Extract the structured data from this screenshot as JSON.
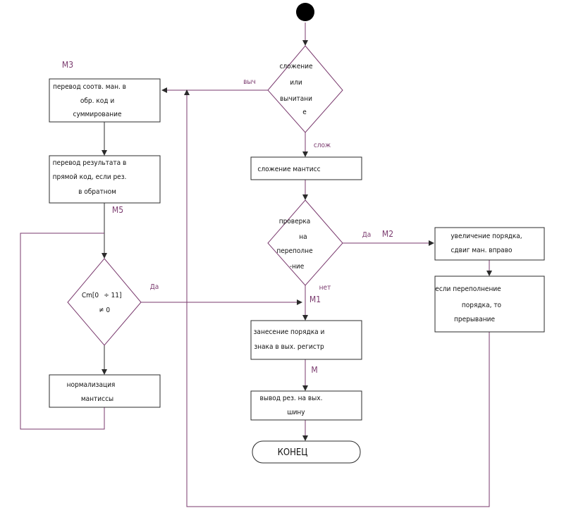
{
  "nodes": {
    "decision_op": [
      "сложение",
      "или",
      "вычитани",
      "е"
    ],
    "add_mantissa": "сложение мантисс",
    "decision_overflow": [
      "проверка",
      "на",
      "переполне",
      "-ние"
    ],
    "order_increase": [
      "увеличение порядка,",
      "сдвиг ман. вправо"
    ],
    "overflow_interrupt": [
      "если переполнение",
      "порядка, то",
      "прерывание"
    ],
    "store_order": [
      "занесение порядка и",
      "знака в вых. регистр"
    ],
    "output_result": [
      "вывод рез. на вых.",
      "шину"
    ],
    "end": "КОНЕЦ",
    "convert_sum": [
      "перевод соотв. ман. в",
      "обр. код и",
      "суммирование"
    ],
    "convert_result": [
      "перевод результата в",
      "прямой код, если рез.",
      "в обратном"
    ],
    "decision_count": [
      "Cm[0",
      "÷",
      "11]",
      "≠ 0"
    ],
    "normalize": [
      "нормализация",
      "мантиссы"
    ]
  },
  "edge_labels": {
    "sub": "выч",
    "add": "слож",
    "yes_overflow": "Да",
    "no_overflow": "нет",
    "yes_count": "Да"
  },
  "markers": {
    "m3": "M3",
    "m5": "M5",
    "m2": "M2",
    "m1": "M1",
    "m": "M"
  }
}
